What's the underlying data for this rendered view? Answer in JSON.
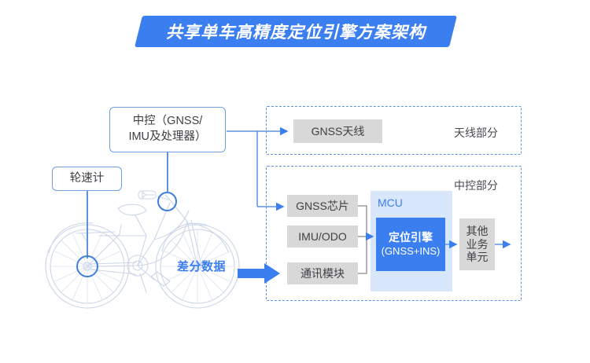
{
  "title": {
    "text": "共享单车高精度定位引擎方案架构",
    "banner_color": "#3b7ef0",
    "text_color": "#ffffff"
  },
  "left_panel": {
    "callouts": [
      {
        "id": "zhongkong",
        "label": "中控（GNSS/\nIMU及处理器）",
        "line1": "中控（GNSS/",
        "line2": "IMU及处理器）"
      },
      {
        "id": "lunsuji",
        "label": "轮速计"
      }
    ],
    "diff_data_label": "差分数据",
    "diff_data_color": "#3b7ef0",
    "illustration": "bicycle-line-drawing",
    "markers": [
      {
        "id": "handlebar-node",
        "name": "中控节点"
      },
      {
        "id": "hub-node",
        "name": "轮速计节点"
      }
    ]
  },
  "right_panel": {
    "sections": [
      {
        "id": "antenna",
        "label": "天线部分",
        "boxes": [
          {
            "id": "gnss-antenna",
            "label": "GNSS天线"
          }
        ]
      },
      {
        "id": "control",
        "label": "中控部分",
        "boxes": [
          {
            "id": "gnss-chip",
            "label": "GNSS芯片"
          },
          {
            "id": "imu-odo",
            "label": "IMU/ODO"
          },
          {
            "id": "comm-module",
            "label": "通讯模块"
          },
          {
            "id": "other-unit",
            "line1": "其他",
            "line2": "业务",
            "line3": "单元"
          }
        ],
        "mcu": {
          "label": "MCU",
          "engine_line1": "定位引擎",
          "engine_line2": "(GNSS+INS)",
          "container_color": "#d9e7fd",
          "engine_color": "#3b7ef0"
        }
      }
    ]
  },
  "colors": {
    "accent_blue": "#3b7ef0",
    "line_blue": "#5d93dd",
    "gray_box": "#d8d8d8",
    "text_dark": "#3f3f44"
  }
}
